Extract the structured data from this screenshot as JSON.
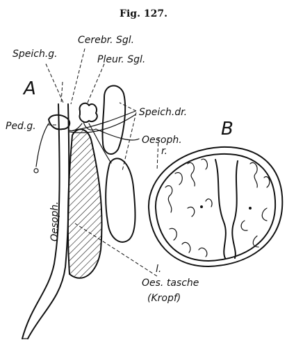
{
  "figure": {
    "title": "Fig. 127."
  },
  "labels": {
    "panel_a": "A",
    "panel_b": "B",
    "speich_g": "Speich.g.",
    "cerebr_sgl": "Cerebr. Sgl.",
    "pleur_sgl": "Pleur. Sgl.",
    "ped_g": "Ped.g.",
    "speich_dr": "Speich.dr.",
    "oesoph_r": "Oesoph.",
    "r": "r.",
    "oesoph_vertical": "Oesoph.",
    "l": "l.",
    "oes_tasche": "Oes. tasche",
    "kropf": "(Kropf)"
  }
}
